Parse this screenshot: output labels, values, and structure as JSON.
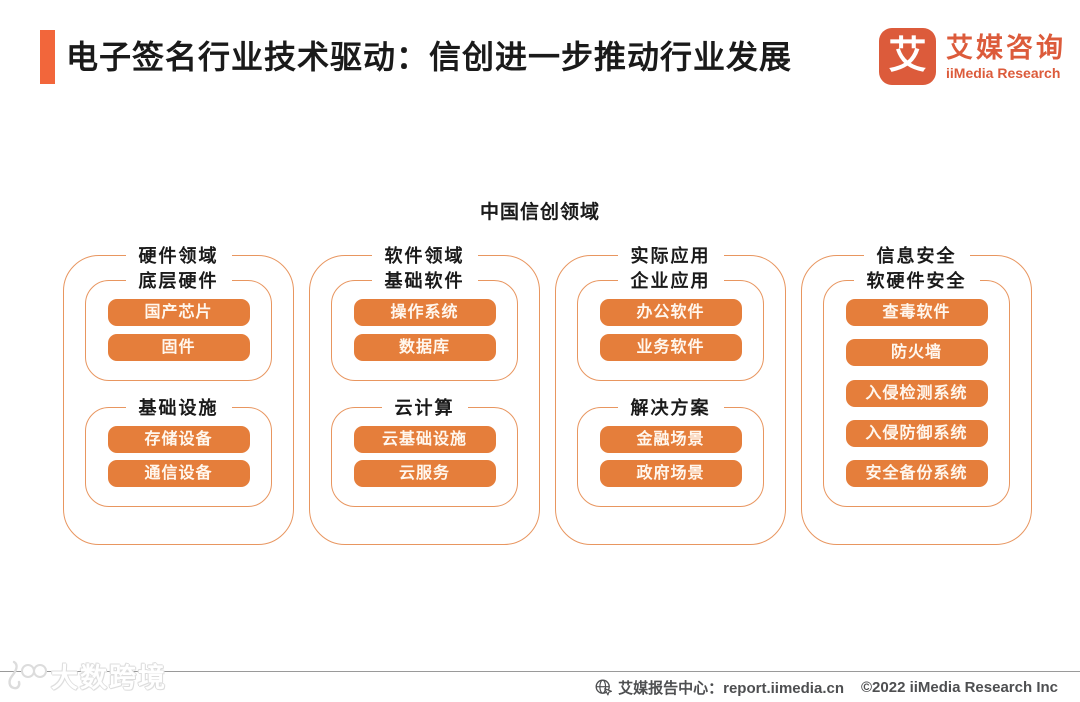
{
  "header": {
    "title": "电子签名行业技术驱动：信创进一步推动行业发展",
    "logo": {
      "icon_glyph": "艾",
      "icon_name": "iimedia-logo-icon",
      "brand_cn": "艾媒咨询",
      "brand_en": "iiMedia Research"
    }
  },
  "diagram": {
    "heading": "中国信创领域",
    "columns": [
      {
        "title": "硬件领域",
        "groups": [
          {
            "title": "底层硬件",
            "items": [
              "国产芯片",
              "固件"
            ]
          },
          {
            "title": "基础设施",
            "items": [
              "存储设备",
              "通信设备"
            ]
          }
        ]
      },
      {
        "title": "软件领域",
        "groups": [
          {
            "title": "基础软件",
            "items": [
              "操作系统",
              "数据库"
            ]
          },
          {
            "title": "云计算",
            "items": [
              "云基础设施",
              "云服务"
            ]
          }
        ]
      },
      {
        "title": "实际应用",
        "groups": [
          {
            "title": "企业应用",
            "items": [
              "办公软件",
              "业务软件"
            ]
          },
          {
            "title": "解决方案",
            "items": [
              "金融场景",
              "政府场景"
            ]
          }
        ]
      },
      {
        "title": "信息安全",
        "groups": [
          {
            "title": "软硬件安全",
            "items": [
              "查毒软件",
              "防火墙",
              "入侵检测系统",
              "入侵防御系统",
              "安全备份系统"
            ]
          }
        ]
      }
    ]
  },
  "footer": {
    "icon": "globe-with-cursor-icon",
    "report_center": "艾媒报告中心：report.iimedia.cn",
    "copyright": "©2022  iiMedia Research  Inc",
    "watermark": "大数跨境"
  },
  "colors": {
    "accent": "#E57E3B",
    "box_border": "#E89660",
    "brand": "#DC5B3B",
    "title_bar": "#F2663B",
    "footer_text": "#4E4F51",
    "footer_line": "#9A9A9A"
  }
}
